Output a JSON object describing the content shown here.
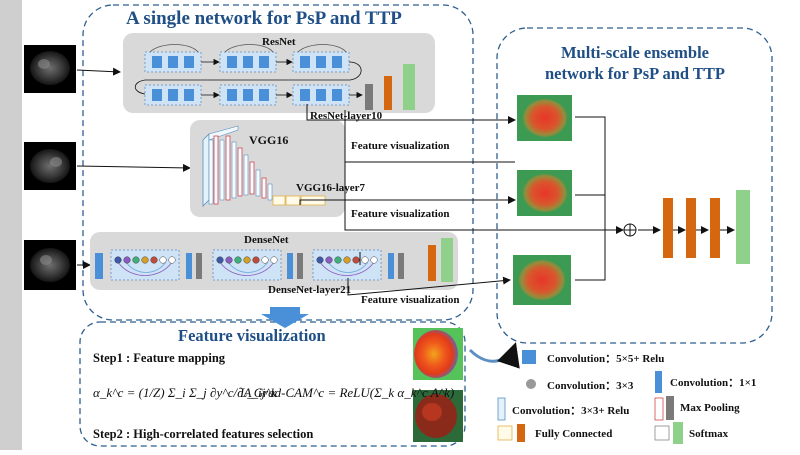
{
  "single_network": {
    "title": "A single network for PsP and TTP",
    "resnet": {
      "title": "ResNet",
      "layer_label": "ResNet-layer10"
    },
    "vgg": {
      "title": "VGG16",
      "layer_label": "VGG16-layer7"
    },
    "densenet": {
      "title": "DenseNet",
      "layer_label": "DenseNet-layer21"
    },
    "feature_visualization_label": "Feature visualization"
  },
  "ensemble": {
    "title_line1": "Multi-scale ensemble",
    "title_line2": "network for PsP and TTP",
    "sum_symbol": "⊕"
  },
  "feature_viz_panel": {
    "title": "Feature visualization",
    "step1": "Step1 : Feature mapping",
    "step2": "Step2 : High-correlated features selection",
    "formula_weight": "α_k^c = (1/Z) Σ_i Σ_j ∂y^c/∂A_ij^k",
    "formula_gradcam": "L_Grad-CAM^c = ReLU(Σ_k α_k^c A^k)"
  },
  "legend": {
    "conv5": "Convolution：5×5+ Relu",
    "conv3": "Convolution：3×3",
    "conv1": "Convolution：1×1",
    "conv3relu": "Convolution：3×3+ Relu",
    "maxpool": "Max Pooling",
    "fc": "Fully Connected",
    "softmax": "Softmax"
  },
  "colors": {
    "title_blue": "#1f4f86",
    "panel_gray": "#d9d9d9",
    "conv_blue": "#4a90d9",
    "orange": "#d4670f",
    "green": "#8fd18a",
    "dark_gray": "#7a7a7a"
  }
}
